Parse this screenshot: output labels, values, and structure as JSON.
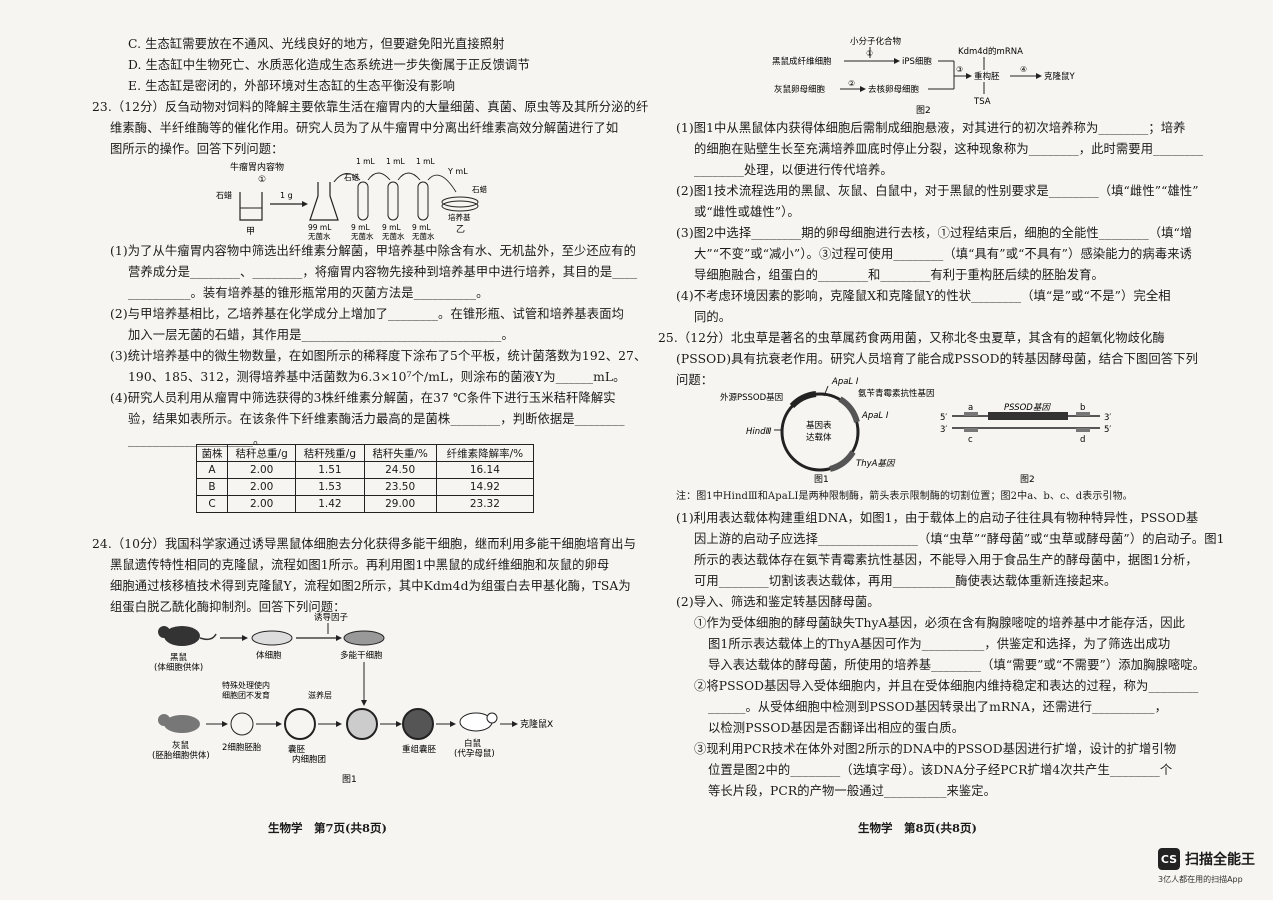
{
  "left": {
    "lines": [
      "C. 生态缸需要放在不通风、光线良好的地方，但要避免阳光直接照射",
      "D. 生态缸中生物死亡、水质恶化造成生态系统进一步失衡属于正反馈调节",
      "E. 生态缸是密闭的，外部环境对生态缸的生态平衡没有影响",
      "23.（12分）反刍动物对饲料的降解主要依靠生活在瘤胃内的大量细菌、真菌、原虫等及其所分泌的纤",
      "维素酶、半纤维酶等的催化作用。研究人员为了从牛瘤胃中分离出纤维素高效分解菌进行了如",
      "图所示的操作。回答下列问题：",
      "(1)为了从牛瘤胃内容物中筛选出纤维素分解菌，甲培养基中除含有水、无机盐外，至少还应有的",
      "营养成分是________、________，将瘤胃内容物先接种到培养基甲中进行培养，其目的是____",
      "__________。装有培养基的锥形瓶常用的灭菌方法是__________。",
      "(2)与甲培养基相比，乙培养基在化学成分上增加了________。在锥形瓶、试管和培养基表面均",
      "加入一层无菌的石蜡，其作用是________________________________。",
      "(3)统计培养基中的微生物数量，在如图所示的稀释度下涂布了5个平板，统计菌落数为192、27、",
      "190、185、312，测得培养基中活菌数为6.3×10⁷个/mL，则涂布的菌液Y为______mL。",
      "(4)研究人员利用从瘤胃中筛选获得的3株纤维素分解菌，在37 ℃条件下进行玉米秸秆降解实",
      "验，结果如表所示。在该条件下纤维素酶活力最高的是菌株________，判断依据是________",
      "____________________。",
      "24.（10分）我国科学家通过诱导黑鼠体细胞去分化获得多能干细胞，继而利用多能干细胞培育出与",
      "黑鼠遗传特性相同的克隆鼠，流程如图1所示。再利用图1中黑鼠的成纤维细胞和灰鼠的卵母",
      "细胞通过核移植技术得到克隆鼠Y，流程如图2所示，其中Kdm4d为组蛋白去甲基化酶，TSA为",
      "组蛋白脱乙酰化酶抑制剂。回答下列问题："
    ],
    "fig23": {
      "content_label": "牛瘤胃内容物",
      "step1": "①",
      "paraffin": "石蜡",
      "jia": "甲",
      "yi": "乙",
      "one_g": "1 g",
      "one_ml": "1 mL",
      "y_ml": "Y mL",
      "water99": "99 mL",
      "water9": "9 mL",
      "sterile_water": "无菌水",
      "medium": "培养基"
    },
    "table": {
      "headers": [
        "菌株",
        "秸秆总重/g",
        "秸秆残重/g",
        "秸秆失重/%",
        "纤维素降解率/%"
      ],
      "rows": [
        [
          "A",
          "2.00",
          "1.51",
          "24.50",
          "16.14"
        ],
        [
          "B",
          "2.00",
          "1.53",
          "23.50",
          "14.92"
        ],
        [
          "C",
          "2.00",
          "1.42",
          "29.00",
          "23.32"
        ]
      ]
    },
    "fig24_1": {
      "inducer": "诱导因子",
      "black_mouse": "黑鼠",
      "black_mouse_sub": "(体细胞供体)",
      "somatic": "体细胞",
      "pluripotent": "多能干细胞",
      "special_note_1": "特殊处理使内",
      "special_note_2": "细胞团不发育",
      "trophoblast": "滋养层",
      "gray_mouse": "灰鼠",
      "gray_mouse_sub": "(胚胎细胞供体)",
      "two_cell": "2细胞胚胎",
      "blastocyst": "囊胚",
      "icm": "内细胞团",
      "recombined": "重组囊胚",
      "white_mouse": "白鼠",
      "white_mouse_sub": "(代孕母鼠)",
      "clone_x": "克隆鼠X",
      "caption": "图1"
    },
    "footer": "生物学　第7页(共8页)"
  },
  "right": {
    "fig2": {
      "small_molecule": "小分子化合物",
      "fibroblast": "黑鼠成纤维细胞",
      "ips": "iPS细胞",
      "kdm": "Kdm4d的mRNA",
      "oocyte": "灰鼠卵母细胞",
      "enucleated": "去核卵母细胞",
      "reconstructed": "重构胚",
      "clone_y": "克隆鼠Y",
      "tsa": "TSA",
      "s1": "①",
      "s2": "②",
      "s3": "③",
      "s4": "④",
      "caption": "图2"
    },
    "lines_a": [
      "(1)图1中从黑鼠体内获得体细胞后需制成细胞悬液，对其进行的初次培养称为________；培养",
      "的细胞在贴壁生长至充满培养皿底时停止分裂，这种现象称为________，此时需要用________",
      "________处理，以便进行传代培养。",
      "(2)图1技术流程选用的黑鼠、灰鼠、白鼠中，对于黑鼠的性别要求是________（填“雌性”“雄性”",
      "或“雌性或雄性”）。",
      "(3)图2中选择________期的卵母细胞进行去核，①过程结束后，细胞的全能性________（填“增",
      "大”“不变”或“减小”）。③过程可使用________（填“具有”或“不具有”）感染能力的病毒来诱",
      "导细胞融合，组蛋白的________和________有利于重构胚后续的胚胎发育。",
      "(4)不考虑环境因素的影响，克隆鼠X和克隆鼠Y的性状________（填“是”或“不是”）完全相",
      "同的。",
      "25.（12分）北虫草是著名的虫草属药食两用菌，又称北冬虫夏草，其含有的超氧化物歧化酶",
      "(PSSOD)具有抗衰老作用。研究人员培育了能合成PSSOD的转基因酵母菌，结合下图回答下列",
      "问题："
    ],
    "fig25": {
      "apal_top": "ApaL Ⅰ",
      "external_gene": "外源PSSOD基因",
      "amp": "氨苄青霉素抗性基因",
      "apal_right": "ApaL Ⅰ",
      "hind": "HindⅢ",
      "vector_1": "基因表",
      "vector_2": "达载体",
      "thya": "ThyA基因",
      "fig1": "图1",
      "fig2": "图2",
      "a": "a",
      "b": "b",
      "c": "c",
      "d": "d",
      "pssod_gene": "PSSOD基因",
      "five_prime": "5′",
      "three_prime": "3′"
    },
    "note": "注：图1中HindⅢ和ApaLⅠ是两种限制酶，箭头表示限制酶的切割位置；图2中a、b、c、d表示引物。",
    "lines_b": [
      "(1)利用表达载体构建重组DNA，如图1，由于载体上的启动子往往具有物种特异性，PSSOD基",
      "因上游的启动子应选择________________（填“虫草”“酵母菌”或“虫草或酵母菌”）的启动子。图1",
      "所示的表达载体存在氨苄青霉素抗性基因，不能导入用于食品生产的酵母菌中，据图1分析，",
      "可用________切割该表达载体，再用__________酶使表达载体重新连接起来。",
      "(2)导入、筛选和鉴定转基因酵母菌。",
      "①作为受体细胞的酵母菌缺失ThyA基因，必须在含有胸腺嘧啶的培养基中才能存活，因此",
      "图1所示表达载体上的ThyA基因可作为__________，供鉴定和选择，为了筛选出成功",
      "导入表达载体的酵母菌，所使用的培养基________（填“需要”或“不需要”）添加胸腺嘧啶。",
      "②将PSSOD基因导入受体细胞内，并且在受体细胞内维持稳定和表达的过程，称为________",
      "______。从受体细胞中检测到PSSOD基因转录出了mRNA，还需进行__________，",
      "以检测PSSOD基因是否翻译出相应的蛋白质。",
      "③现利用PCR技术在体外对图2所示的DNA中的PSSOD基因进行扩增，设计的扩增引物",
      "位置是图2中的________（选填字母）。该DNA分子经PCR扩增4次共产生________个",
      "等长片段，PCR的产物一般通过__________来鉴定。"
    ],
    "footer": "生物学　第8页(共8页)"
  },
  "watermark": {
    "logo_text": "CS",
    "app_name": "扫描全能王",
    "tagline": "3亿人都在用的扫描App"
  }
}
